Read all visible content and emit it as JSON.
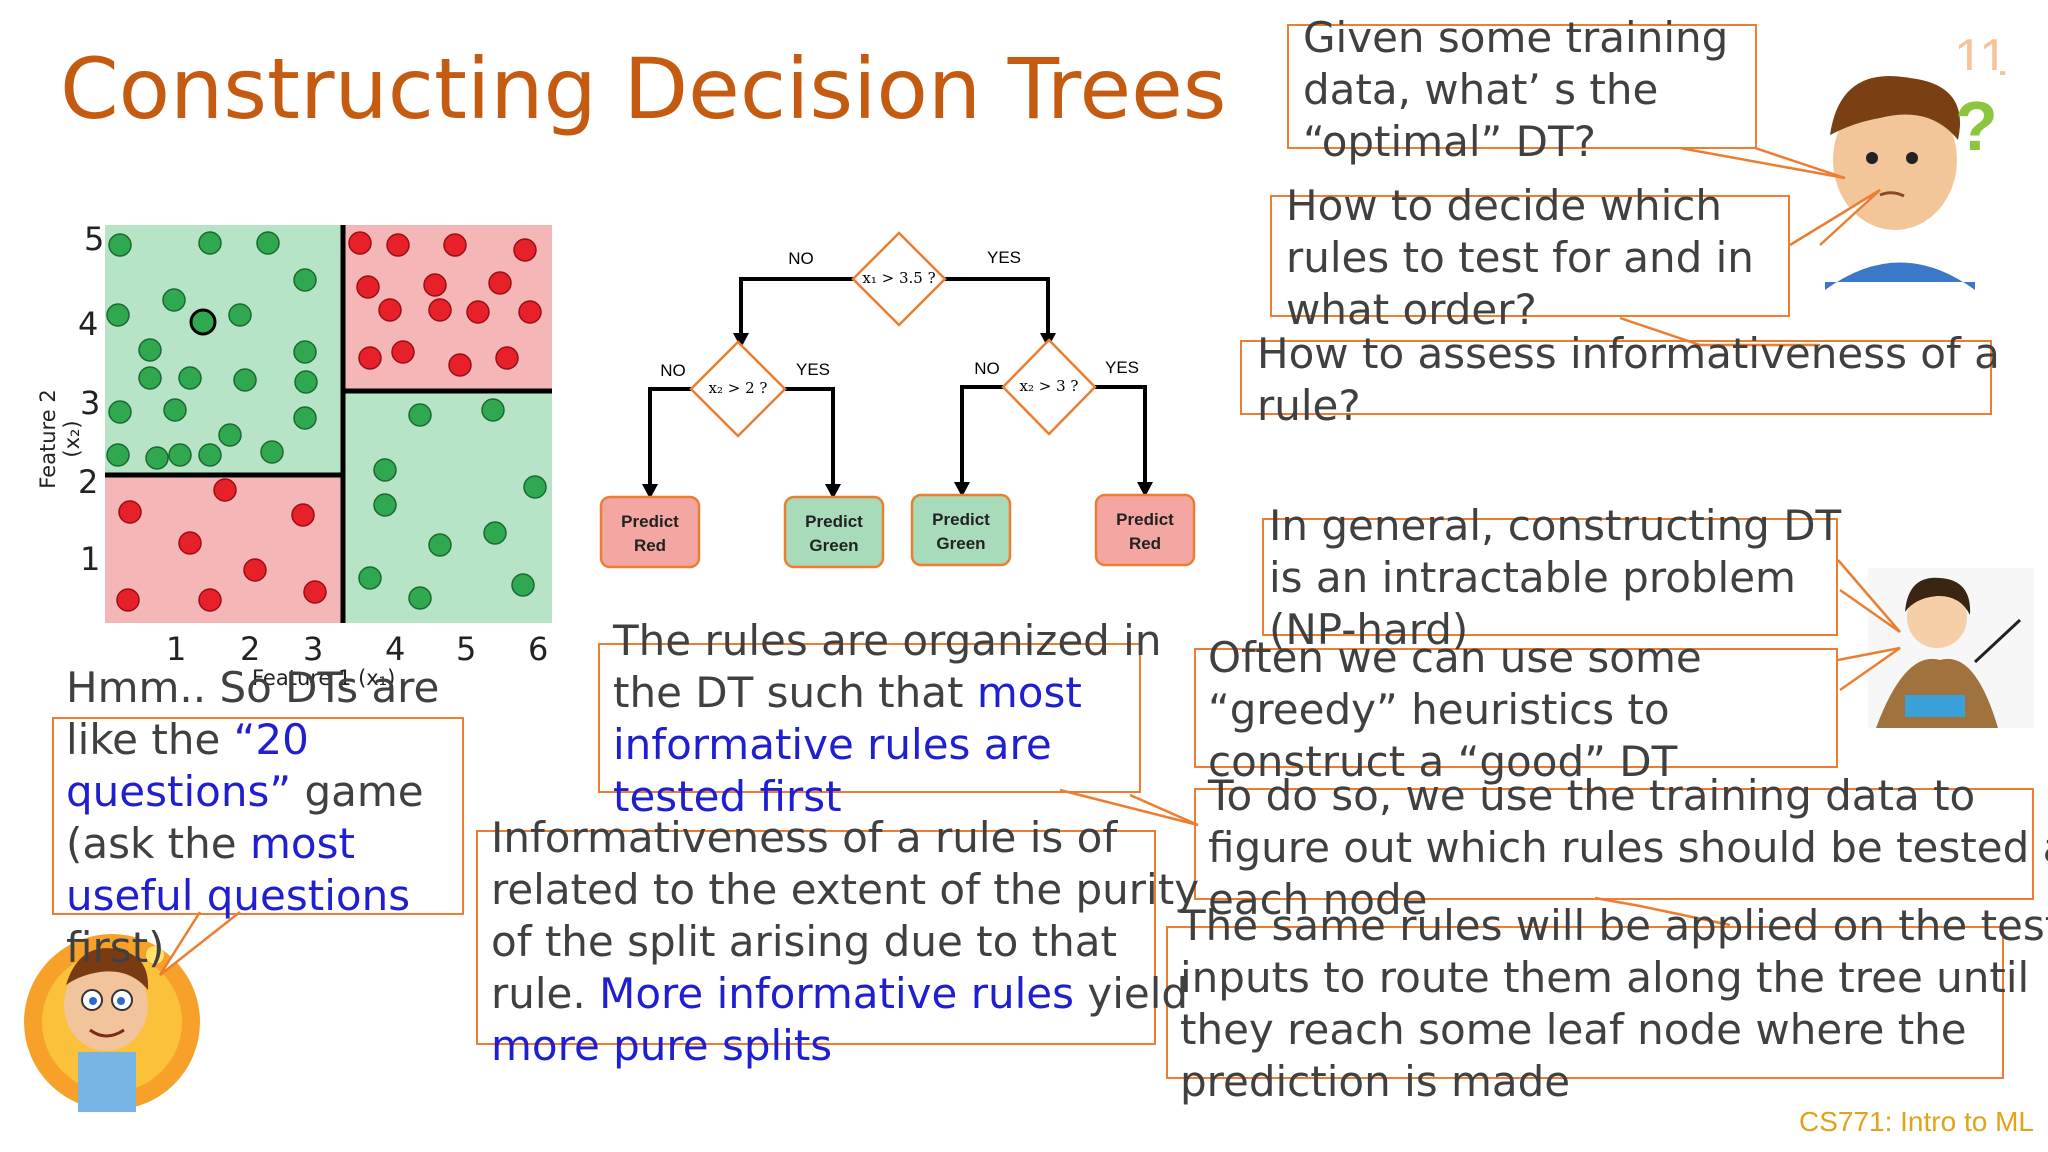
{
  "slide": {
    "title": "Constructing Decision Trees",
    "number": "11",
    "footer": "CS771: Intro to ML"
  },
  "scatter": {
    "ylabel": "Feature 2 (x₂)",
    "xlabel": "Feature 1 (x₁)",
    "yticks": [
      "5",
      "4",
      "3",
      "2",
      "1"
    ],
    "xticks": [
      "1",
      "2",
      "3",
      "4",
      "5",
      "6"
    ],
    "colors": {
      "green_region": "#b7e4c7",
      "red_region": "#f4b6b6",
      "green_point": "#2fa84f",
      "red_point": "#e8202a"
    }
  },
  "tree": {
    "root": "x₁ > 3.5 ?",
    "left": "x₂ > 2 ?",
    "right": "x₂ > 3 ?",
    "no": "NO",
    "yes": "YES",
    "leaves": [
      {
        "line1": "Predict",
        "line2": "Red",
        "color": "#f4a7a2"
      },
      {
        "line1": "Predict",
        "line2": "Green",
        "color": "#a8dbb9"
      },
      {
        "line1": "Predict",
        "line2": "Green",
        "color": "#a8dbb9"
      },
      {
        "line1": "Predict",
        "line2": "Red",
        "color": "#f4a7a2"
      }
    ]
  },
  "callouts": {
    "q1": [
      "Given some training",
      "data, what’  s the",
      "  “optimal”   DT?"
    ],
    "q2": [
      "How to decide which",
      "rules to test for and in",
      "what order?"
    ],
    "q3": [
      "How to assess informativeness of a",
      "rule?"
    ],
    "np": [
      "In general, constructing DT",
      "is an intractable problem",
      "(NP-hard)"
    ],
    "greedy": [
      "Often we can use some",
      "  “greedy”   heuristics to",
      "construct a   “good”   DT"
    ],
    "train": [
      "To do so, we use the training data to",
      "figure out which rules should be tested at",
      "each node"
    ],
    "same": [
      "The same rules will be applied on the test",
      "inputs to route them along the tree until",
      "they reach some leaf node where the",
      "prediction is made"
    ],
    "hmm": {
      "l1": "Hmm.. So DTs are",
      "l2a": "like the  ",
      "l2b": "“20",
      "l3a": "questions”",
      "l3b": "   game",
      "l4a": "(ask the ",
      "l4b": "most",
      "l5": "useful questions",
      "l6": "first)"
    },
    "organized": {
      "l1": "The rules are organized in",
      "l2a": "the DT such that ",
      "l2b": "most",
      "l3": "informative rules are",
      "l4": "tested first"
    },
    "informativeness": {
      "l1": "Informativeness of a rule is of",
      "l2": "related to the extent of the purity",
      "l3": "of the split arising due to that",
      "l4a": "rule. ",
      "l4b": "More informative rules",
      "l4c": " yield",
      "l5": "more pure splits"
    }
  }
}
